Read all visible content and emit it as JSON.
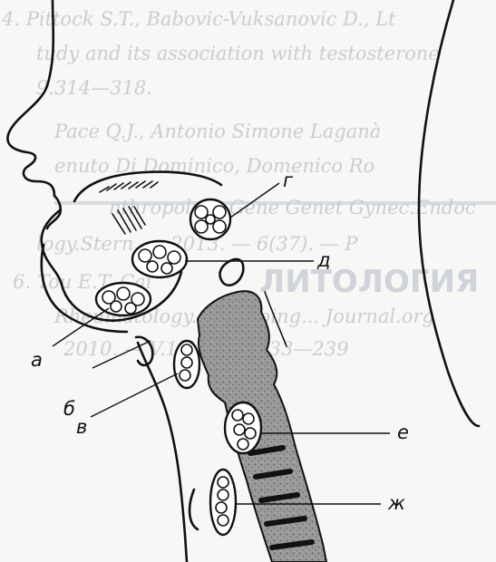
{
  "bleed_text": {
    "line1": "4. Pittock S.T., Babovic-Vuksanovic D., Lt",
    "line2": "tudy and its association with testosterone",
    "line3": "9.314—318.",
    "line4": "Pace Q.J., Antonio Simone Laganà",
    "line5": "enuto Di Dominico, Domenico Ro",
    "line6": "nthropology.Gene Genet Gynec.Endoc",
    "line7": "logy.Stern. — 2013. — 6(37). — P",
    "line8": "6. Tou E.T. Cai",
    "heading": "ЛИТОЛОГИЯ",
    "line9": "Rheumatology... Mobbing... Journal.org",
    "line10": "2010. — V.1(1). — P.233—239"
  },
  "labels": {
    "a": "а",
    "b": "б",
    "v": "в",
    "g": "г",
    "d": "д",
    "e": "е",
    "zh": "ж"
  },
  "colors": {
    "ink": "#111111",
    "cartilage": "#8d8d8d",
    "paper": "#f7f7f5",
    "bleed": "#c9cdd3"
  }
}
